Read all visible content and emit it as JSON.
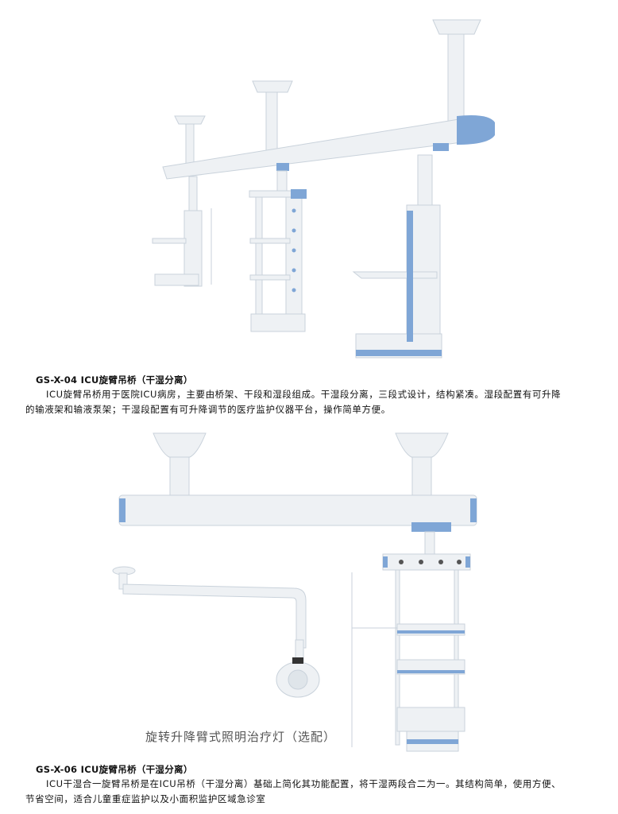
{
  "products": [
    {
      "title": "GS-X-04 ICU旋臂吊桥（干湿分离）",
      "description_line1": "ICU旋臂吊桥用于医院ICU病房，主要由桥架、干段和湿段组成。干湿段分离，三段式设计，结构紧凑。湿段配置有可升降",
      "description_line2": "的输液架和输液泵架；干湿段配置有可升降调节的医疗监护仪器平台，操作简单方便。"
    },
    {
      "caption": "旋转升降臂式照明治疗灯（选配）",
      "title": "GS-X-06 ICU旋臂吊桥（干湿分离）",
      "description_line1": "ICU干湿合一旋臂吊桥是在ICU吊桥（干湿分离）基础上简化其功能配置，将干湿两段合二为一。其结构简单，使用方便、",
      "description_line2": "节省空间，适合儿童重症监护以及小面积监护区域急诊室"
    }
  ],
  "colors": {
    "accent": "#7fa6d6",
    "body": "#eef1f4",
    "edge": "#c9d2db"
  }
}
